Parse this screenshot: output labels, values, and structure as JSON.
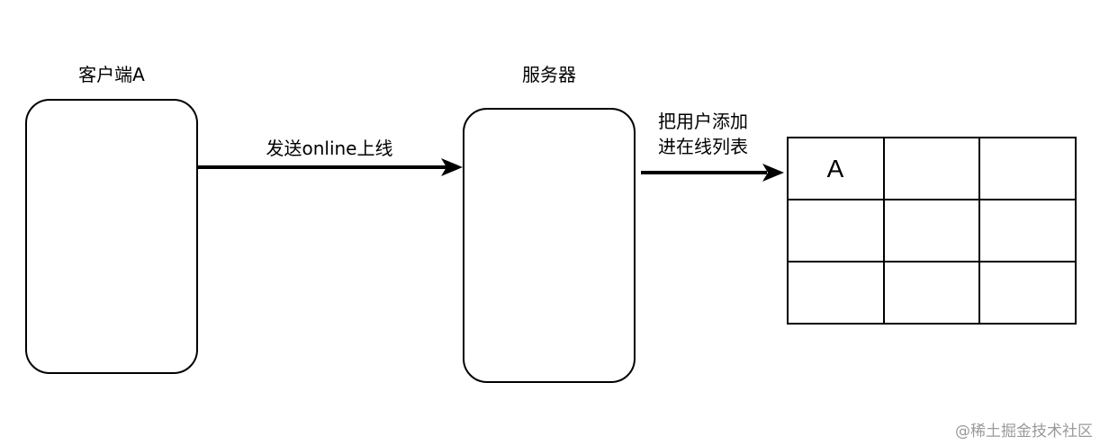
{
  "nodes": {
    "client": {
      "label": "客户端A"
    },
    "server": {
      "label": "服务器"
    }
  },
  "edges": {
    "send_online": {
      "label": "发送online上线"
    },
    "add_user": {
      "label_lines": [
        "把用户添加",
        "进在线列表"
      ]
    }
  },
  "online_table": {
    "rows": 3,
    "cols": 3,
    "cells": [
      [
        "A",
        "",
        ""
      ],
      [
        "",
        "",
        ""
      ],
      [
        "",
        "",
        ""
      ]
    ]
  },
  "watermark": "@稀土掘金技术社区",
  "colors": {
    "stroke": "#000000",
    "background": "#ffffff",
    "watermark": "#9a9a9a"
  }
}
